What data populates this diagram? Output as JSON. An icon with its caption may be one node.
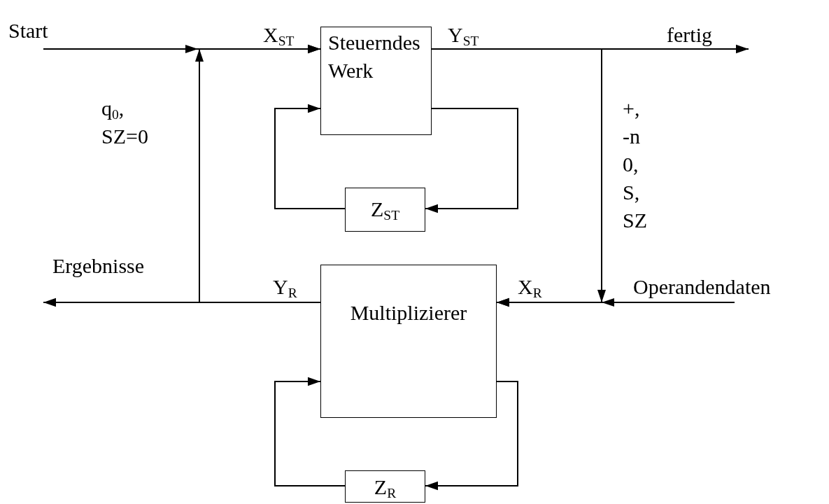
{
  "diagram": {
    "nodes": [
      {
        "text": [
          "Start"
        ]
      },
      {
        "text": [
          "Steuerndes Werk"
        ]
      },
      {
        "text": [
          "Z$_{ST}$"
        ]
      },
      {
        "text": [
          "Ergebnisse"
        ]
      },
      {
        "text": [
          "Multiplizierer"
        ]
      },
      {
        "text": [
          "Operandendaten"
        ]
      },
      {
        "text": [
          "Z$_{R}$"
        ]
      }
    ],
    "edges": [
      {
        "from": 0,
        "to": 1,
        "arrow": "to"
      },
      {
        "from": 1,
        "to": null,
        "arrow": "to",
        "label": "fertig"
      },
      {
        "from": 1,
        "to": 2,
        "arrow": "to"
      },
      {
        "from": 2,
        "to": 1,
        "arrow": "to"
      },
      {
        "from": 1,
        "to": 4,
        "arrow": "to",
        "label": "+, -n 0, S, SZ"
      },
      {
        "from": 5,
        "to": 4,
        "arrow": "to"
      },
      {
        "from": 4,
        "to": 3,
        "arrow": "to"
      },
      {
        "from": 4,
        "to": 1,
        "arrow": "to",
        "label": "q$_{0}$, SZ=0"
      },
      {
        "from": 4,
        "to": 6,
        "arrow": "to"
      },
      {
        "from": 6,
        "to": 4,
        "arrow": "to"
      }
    ],
    "labels": [
      "X$_{ST}$",
      "Y$_{ST}$",
      "Y$_{R}$",
      "X$_{R}$"
    ]
  }
}
